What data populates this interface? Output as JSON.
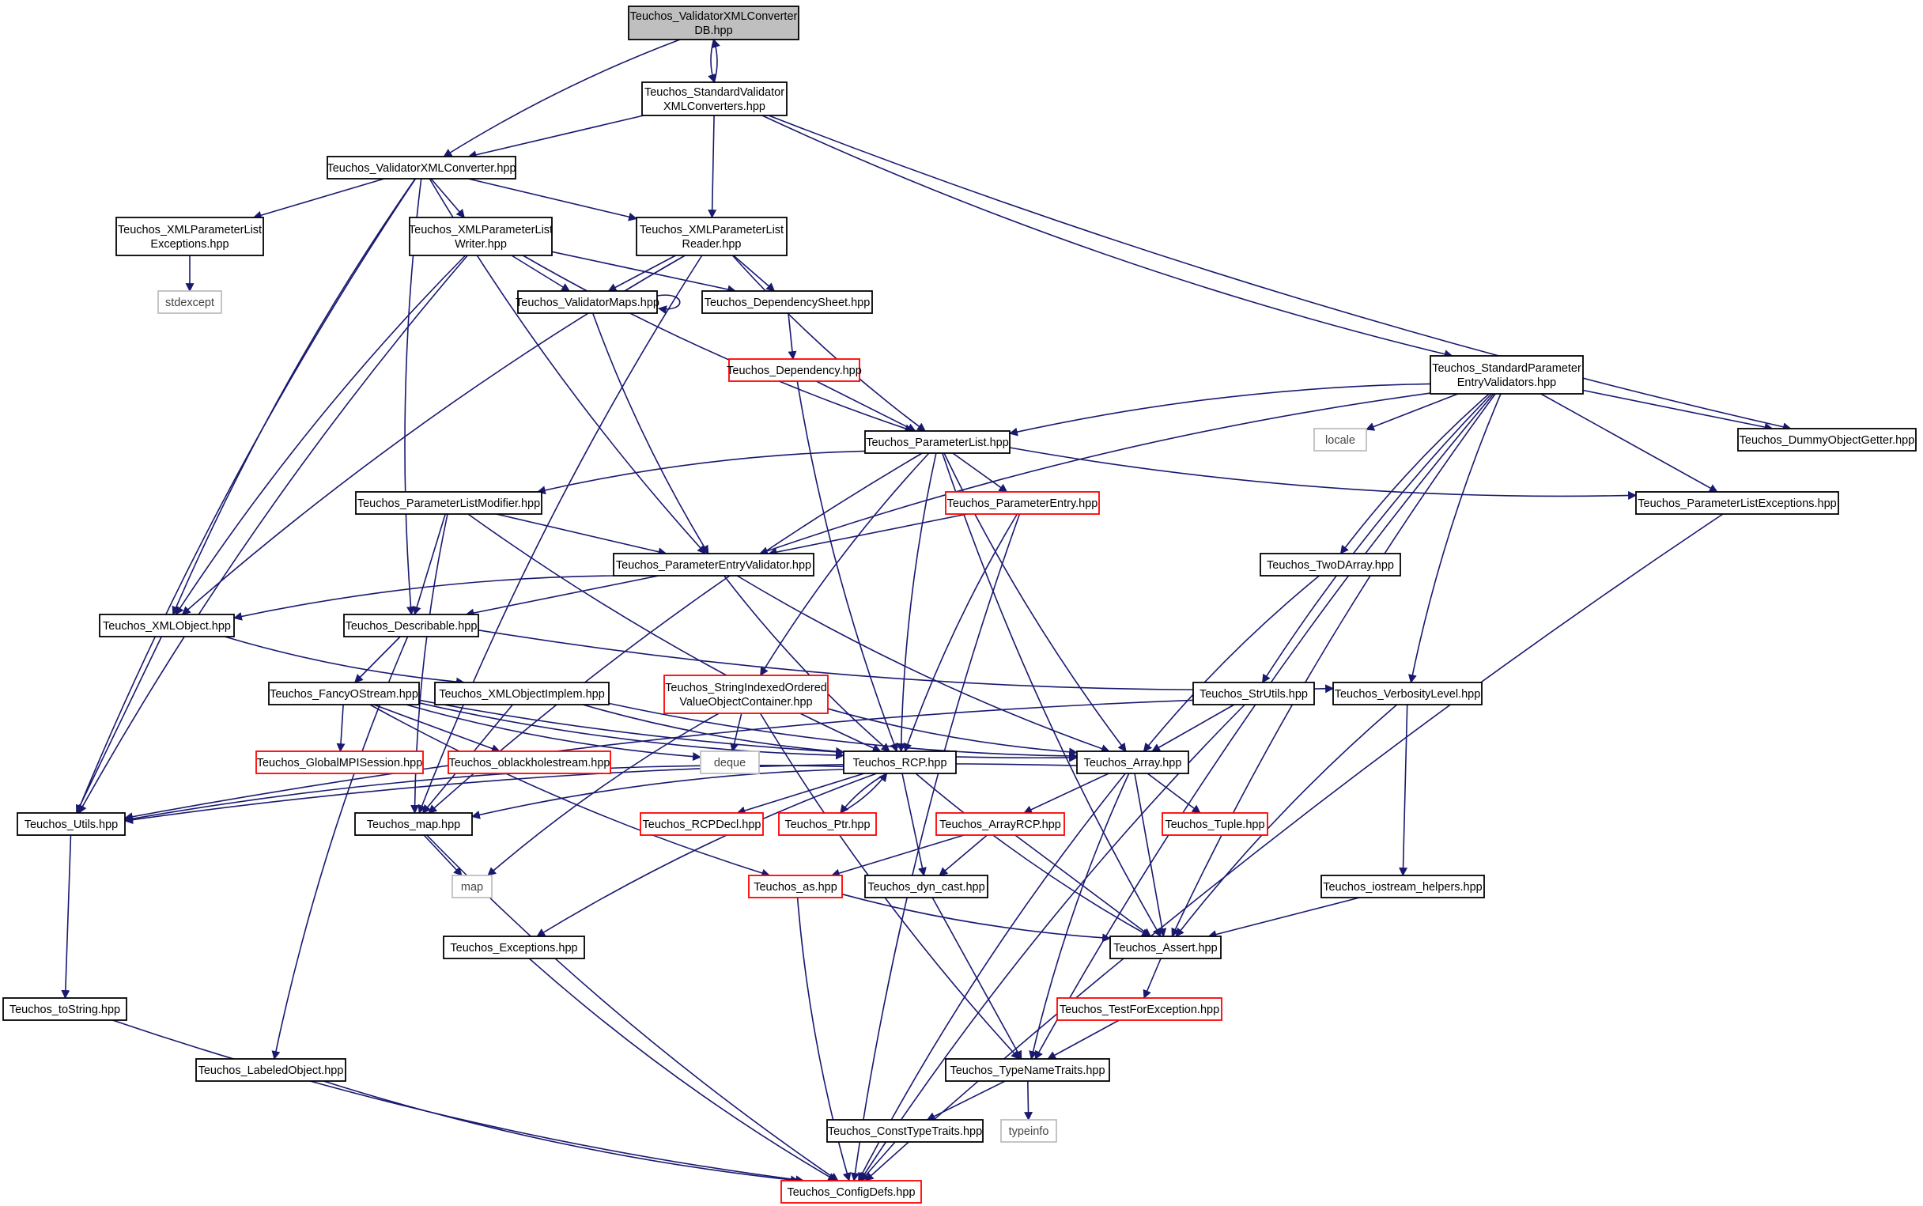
{
  "colors": {
    "edge": "#191970",
    "root_fill": "#bfbfbf",
    "node_border": "#000000",
    "truncated_border": "#ff0000",
    "system_border": "#bfbfbf"
  },
  "nodes": {
    "vxcdb": [
      "Teuchos_ValidatorXMLConverter",
      "DB.hpp"
    ],
    "svxc": [
      "Teuchos_StandardValidator",
      "XMLConverters.hpp"
    ],
    "vxc": [
      "Teuchos_ValidatorXMLConverter.hpp"
    ],
    "xplex": [
      "Teuchos_XMLParameterList",
      "Exceptions.hpp"
    ],
    "xplw": [
      "Teuchos_XMLParameterList",
      "Writer.hpp"
    ],
    "xplr": [
      "Teuchos_XMLParameterList",
      "Reader.hpp"
    ],
    "stdexcept": [
      "stdexcept"
    ],
    "vmaps": [
      "Teuchos_ValidatorMaps.hpp"
    ],
    "depsheet": [
      "Teuchos_DependencySheet.hpp"
    ],
    "dep": [
      "Teuchos_Dependency.hpp"
    ],
    "spev": [
      "Teuchos_StandardParameter",
      "EntryValidators.hpp"
    ],
    "pl": [
      "Teuchos_ParameterList.hpp"
    ],
    "locale": [
      "locale"
    ],
    "dummy": [
      "Teuchos_DummyObjectGetter.hpp"
    ],
    "plmod": [
      "Teuchos_ParameterListModifier.hpp"
    ],
    "pe": [
      "Teuchos_ParameterEntry.hpp"
    ],
    "plex": [
      "Teuchos_ParameterListExceptions.hpp"
    ],
    "pev": [
      "Teuchos_ParameterEntryValidator.hpp"
    ],
    "twod": [
      "Teuchos_TwoDArray.hpp"
    ],
    "xmlobj": [
      "Teuchos_XMLObject.hpp"
    ],
    "descr": [
      "Teuchos_Describable.hpp"
    ],
    "sivoc": [
      "Teuchos_StringIndexedOrdered",
      "ValueObjectContainer.hpp"
    ],
    "strutils": [
      "Teuchos_StrUtils.hpp"
    ],
    "verb": [
      "Teuchos_VerbosityLevel.hpp"
    ],
    "fos": [
      "Teuchos_FancyOStream.hpp"
    ],
    "xmlimpl": [
      "Teuchos_XMLObjectImplem.hpp"
    ],
    "gmpi": [
      "Teuchos_GlobalMPISession.hpp"
    ],
    "oblack": [
      "Teuchos_oblackholestream.hpp"
    ],
    "deque": [
      "deque"
    ],
    "rcp": [
      "Teuchos_RCP.hpp"
    ],
    "array": [
      "Teuchos_Array.hpp"
    ],
    "utils": [
      "Teuchos_Utils.hpp"
    ],
    "tmap": [
      "Teuchos_map.hpp"
    ],
    "rcpdecl": [
      "Teuchos_RCPDecl.hpp"
    ],
    "ptr": [
      "Teuchos_Ptr.hpp"
    ],
    "arcp": [
      "Teuchos_ArrayRCP.hpp"
    ],
    "tuple": [
      "Teuchos_Tuple.hpp"
    ],
    "map": [
      "map"
    ],
    "as": [
      "Teuchos_as.hpp"
    ],
    "dyncast": [
      "Teuchos_dyn_cast.hpp"
    ],
    "iohelp": [
      "Teuchos_iostream_helpers.hpp"
    ],
    "exc": [
      "Teuchos_Exceptions.hpp"
    ],
    "assert": [
      "Teuchos_Assert.hpp"
    ],
    "tostring": [
      "Teuchos_toString.hpp"
    ],
    "tfe": [
      "Teuchos_TestForException.hpp"
    ],
    "labeled": [
      "Teuchos_LabeledObject.hpp"
    ],
    "tnt": [
      "Teuchos_TypeNameTraits.hpp"
    ],
    "ctt": [
      "Teuchos_ConstTypeTraits.hpp"
    ],
    "typeinfo": [
      "typeinfo"
    ],
    "config": [
      "Teuchos_ConfigDefs.hpp"
    ]
  }
}
